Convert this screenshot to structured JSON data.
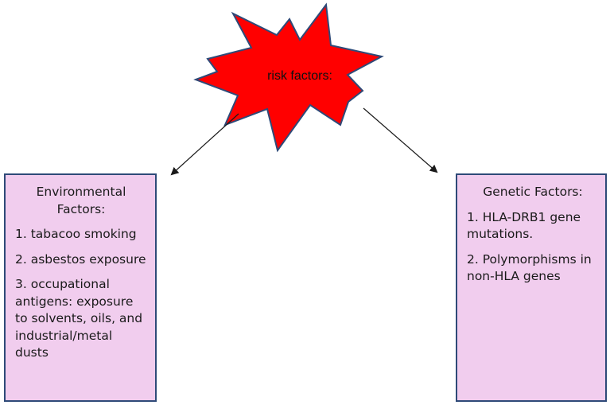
{
  "center": {
    "label": "risk factors:",
    "star_fill": "#ff0000",
    "star_stroke": "#2e4a78"
  },
  "environmental": {
    "heading": "Environmental Factors:",
    "items": [
      "1. tabacoo smoking",
      "2. asbestos exposure",
      "3. occupational antigens: exposure to solvents, oils, and industrial/metal dusts"
    ]
  },
  "genetic": {
    "heading": "Genetic Factors:",
    "items": [
      "1. HLA-DRB1 gene mutations.",
      "2. Polymorphisms in non-HLA genes"
    ]
  },
  "colors": {
    "box_fill": "#f1cdee",
    "box_border": "#2e4a78",
    "arrow": "#1a1a1a"
  }
}
